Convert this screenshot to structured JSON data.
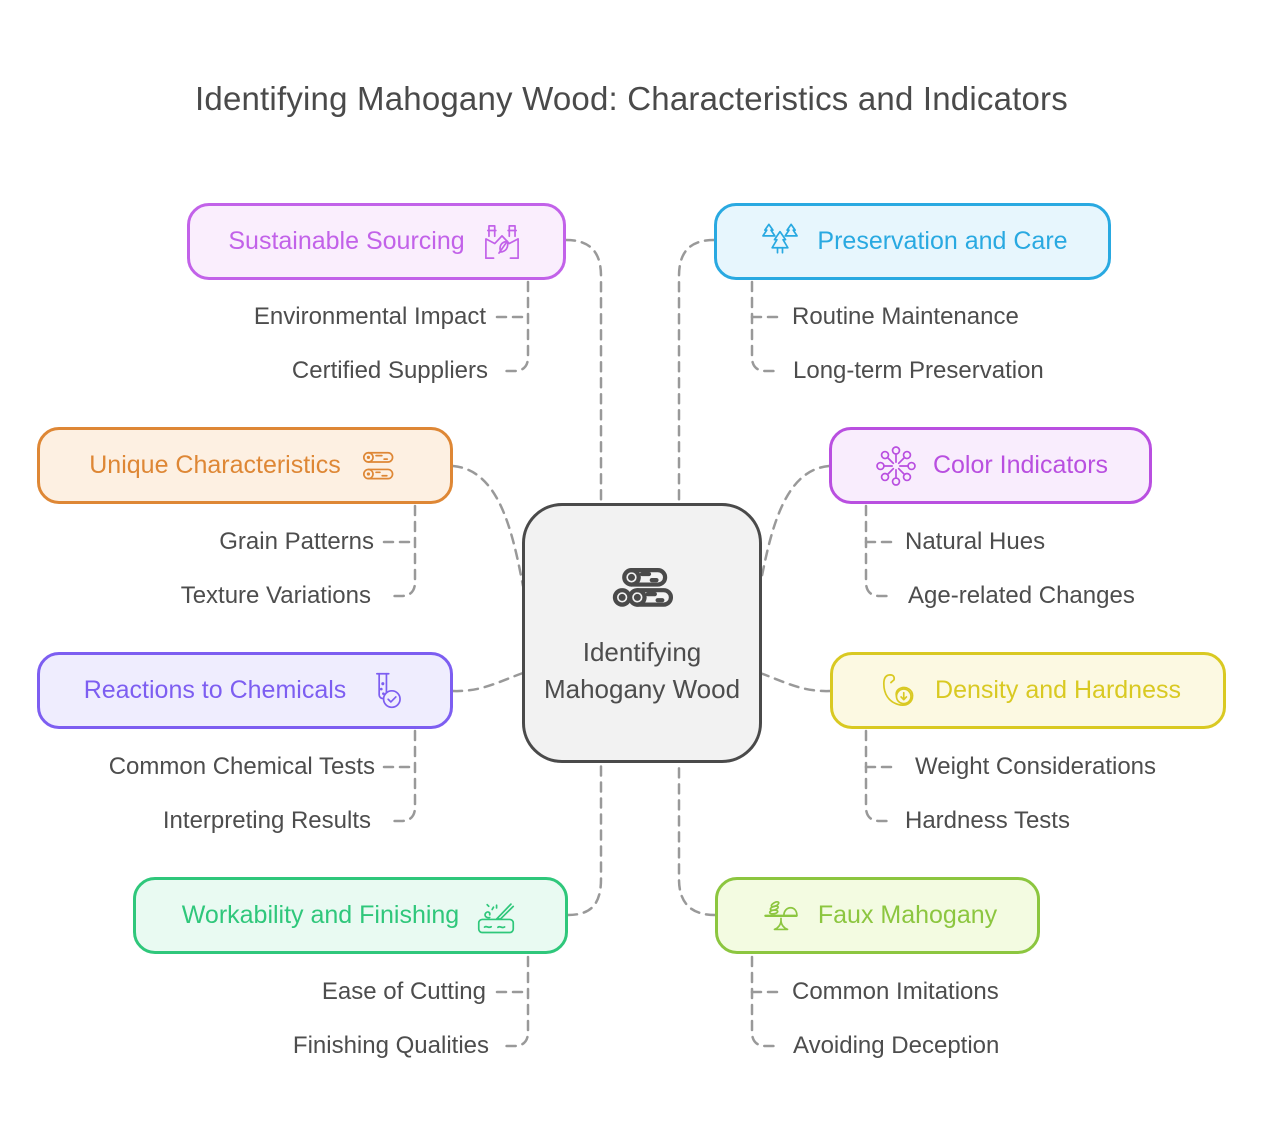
{
  "title": "Identifying Mahogany Wood: Characteristics and Indicators",
  "colors": {
    "connector": "#999999",
    "text": "#4d4d4d",
    "title": "#4a4a4a"
  },
  "center": {
    "label": "Identifying Mahogany Wood",
    "icon": "wood-logs-icon",
    "accent": "#4a4a4a",
    "background": "#f2f2f2"
  },
  "branches": [
    {
      "label": "Sustainable Sourcing",
      "icon": "eco-factory-icon",
      "accent": "#c262e9",
      "background": "#faeefd",
      "children": [
        "Environmental Impact",
        "Certified Suppliers"
      ]
    },
    {
      "label": "Preservation and Care",
      "icon": "pine-trees-icon",
      "accent": "#29a9e1",
      "background": "#e7f6fd",
      "children": [
        "Routine Maintenance",
        "Long-term Preservation"
      ]
    },
    {
      "label": "Unique Characteristics",
      "icon": "stacked-logs-icon",
      "accent": "#de8735",
      "background": "#fdf0e2",
      "children": [
        "Grain Patterns",
        "Texture Variations"
      ]
    },
    {
      "label": "Color Indicators",
      "icon": "color-burst-icon",
      "accent": "#b94fe0",
      "background": "#f9edfd",
      "children": [
        "Natural Hues",
        "Age-related Changes"
      ]
    },
    {
      "label": "Reactions to Chemicals",
      "icon": "test-tube-check-icon",
      "accent": "#7d5ef1",
      "background": "#efedfe",
      "children": [
        "Common Chemical Tests",
        "Interpreting Results"
      ]
    },
    {
      "label": "Density and Hardness",
      "icon": "muscle-arm-icon",
      "accent": "#d9c922",
      "background": "#fcf9e2",
      "children": [
        "Weight Considerations",
        "Hardness Tests"
      ]
    },
    {
      "label": "Workability and Finishing",
      "icon": "wood-carving-icon",
      "accent": "#2fc77b",
      "background": "#e9faf2",
      "children": [
        "Ease of Cutting",
        "Finishing Qualities"
      ]
    },
    {
      "label": "Faux Mahogany",
      "icon": "pedestal-table-icon",
      "accent": "#8cc63f",
      "background": "#f3fbe1",
      "children": [
        "Common Imitations",
        "Avoiding Deception"
      ]
    }
  ]
}
